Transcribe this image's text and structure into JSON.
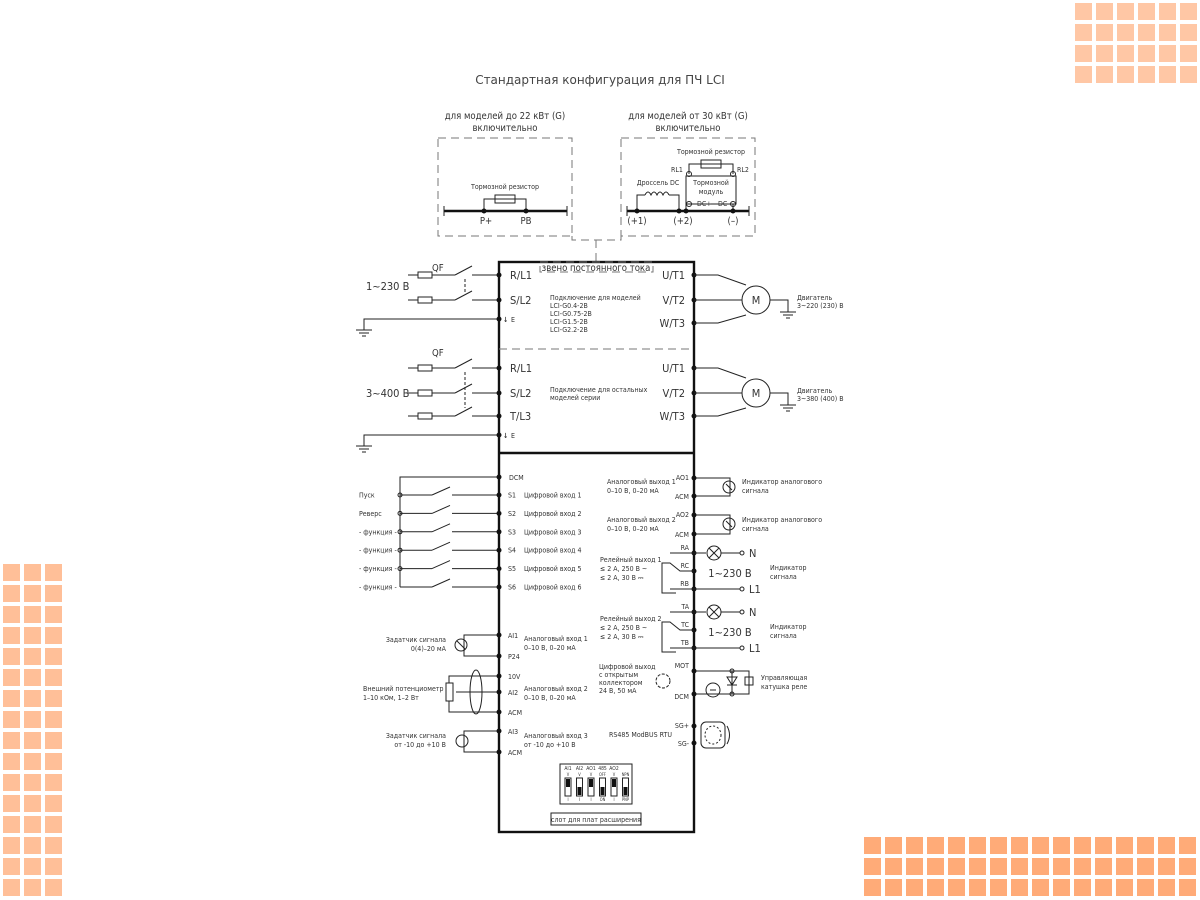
{
  "title": "Стандартная конфигурация для ПЧ LCI",
  "colors": {
    "deco_top_right": "#ffc7a5",
    "deco_left": "#ffbf98",
    "deco_bottom_right": "#ffab78",
    "line": "#222222"
  },
  "braking": {
    "small": {
      "heading1": "для моделей до 22 кВт (G)",
      "heading2": "включительно",
      "resistor": "Тормозной резистор",
      "p_plus": "P+",
      "pb": "PB"
    },
    "large": {
      "heading1": "для моделей от 30 кВт (G)",
      "heading2": "включительно",
      "resistor": "Тормозной резистор",
      "rl1": "RL1",
      "rl2": "RL2",
      "module1": "Тормозной",
      "module2": "модуль",
      "choke": "Дроссель DC",
      "dc_plus": "DC+",
      "dc_minus": "DC-",
      "t1": "(+1)",
      "t2": "(+2)",
      "t3": "(–)"
    },
    "dc_link": "звено постоянного тока"
  },
  "power": {
    "single": {
      "qf": "QF",
      "supply": "1~230 В",
      "terms": [
        "R/L1",
        "S/L2"
      ],
      "earth": "E",
      "note": [
        "Подключение для моделей",
        "LCI-G0.4-2В",
        "LCI-G0.75-2В",
        "LCI-G1.5-2В",
        "LCI-G2.2-2В"
      ],
      "outs": [
        "U/T1",
        "V/T2",
        "W/T3"
      ],
      "motor": "M",
      "motor_label": [
        "Двигатель",
        "3~220 (230) В"
      ]
    },
    "three": {
      "qf": "QF",
      "supply": "3~400 В",
      "terms": [
        "R/L1",
        "S/L2",
        "T/L3"
      ],
      "earth": "E",
      "note": [
        "Подключение для остальных",
        "моделей серии"
      ],
      "outs": [
        "U/T1",
        "V/T2",
        "W/T3"
      ],
      "motor": "M",
      "motor_label": [
        "Двигатель",
        "3~380 (400) В"
      ]
    }
  },
  "digital_inputs": {
    "common": "DCM",
    "items": [
      {
        "ext": "Пуск",
        "term": "S1",
        "label": "Цифровой вход 1"
      },
      {
        "ext": "Реверс",
        "term": "S2",
        "label": "Цифровой вход 2"
      },
      {
        "ext": "- функция -",
        "term": "S3",
        "label": "Цифровой вход 3"
      },
      {
        "ext": "- функция -",
        "term": "S4",
        "label": "Цифровой вход 4"
      },
      {
        "ext": "- функция -",
        "term": "S5",
        "label": "Цифровой вход 5"
      },
      {
        "ext": "- функция -",
        "term": "S6",
        "label": "Цифровой вход 6"
      }
    ]
  },
  "analog_inputs": {
    "ai1": {
      "term": "AI1",
      "term2": "P24",
      "label1": "Аналоговый вход 1",
      "label2": "0–10 В, 0–20 мА",
      "src1": "Задатчик сигнала",
      "src2": "0(4)–20 мА"
    },
    "ai2": {
      "t_10v": "10V",
      "term": "AI2",
      "t_acm": "ACM",
      "label1": "Аналоговый вход 2",
      "label2": "0–10 В, 0–20 мА",
      "src1": "Внешний потенциометр",
      "src2": "1–10 кОм, 1–2 Вт"
    },
    "ai3": {
      "term": "AI3",
      "t_acm": "ACM",
      "label1": "Аналоговый вход 3",
      "label2": "от -10 до +10 В",
      "src1": "Задатчик сигнала",
      "src2": "от -10 до +10 В"
    }
  },
  "outputs": {
    "ao1": {
      "term": "AO1",
      "acm": "ACM",
      "label1": "Аналоговый выход 1",
      "label2": "0–10 В, 0–20 мА",
      "ind1": "Индикатор аналогового",
      "ind2": "сигнала"
    },
    "ao2": {
      "term": "AO2",
      "acm": "ACM",
      "label1": "Аналоговый выход 2",
      "label2": "0–10 В, 0–20 мА",
      "ind1": "Индикатор аналогового",
      "ind2": "сигнала"
    },
    "relay1": {
      "ta": "RA",
      "tc": "RC",
      "tb": "RB",
      "label1": "Релейный выход 1",
      "label2": "≤ 2 А, 250 В ~",
      "label3": "≤ 2 А, 30 В ⎓",
      "n": "N",
      "l1": "L1",
      "supply": "1~230 В",
      "ind1": "Индикатор",
      "ind2": "сигнала"
    },
    "relay2": {
      "ta": "TA",
      "tc": "TC",
      "tb": "TB",
      "label1": "Релейный выход 2",
      "label2": "≤ 2 А, 250 В ~",
      "label3": "≤ 2 А, 30 В ⎓",
      "n": "N",
      "l1": "L1",
      "supply": "1~230 В",
      "ind1": "Индикатор",
      "ind2": "сигнала"
    },
    "mo": {
      "term": "MOT",
      "dcm": "DCM",
      "label1": "Цифровой выход",
      "label2": "с открытым",
      "label3": "коллектором",
      "label4": "24 В, 50 мА",
      "coil1": "Управляющая",
      "coil2": "катушка реле"
    },
    "rs485": {
      "sgp": "SG+",
      "sgm": "SG-",
      "label": "RS485 ModBUS RTU"
    }
  },
  "dip": {
    "headers": [
      "AI1",
      "AI2",
      "AO1",
      "485",
      "AO2",
      ""
    ],
    "top": [
      "V",
      "V",
      "V",
      "OFF",
      "V",
      "NPN"
    ],
    "bottom": [
      "I",
      "I",
      "I",
      "ON",
      "I",
      "PNP"
    ],
    "slot": "слот для плат расширения"
  }
}
